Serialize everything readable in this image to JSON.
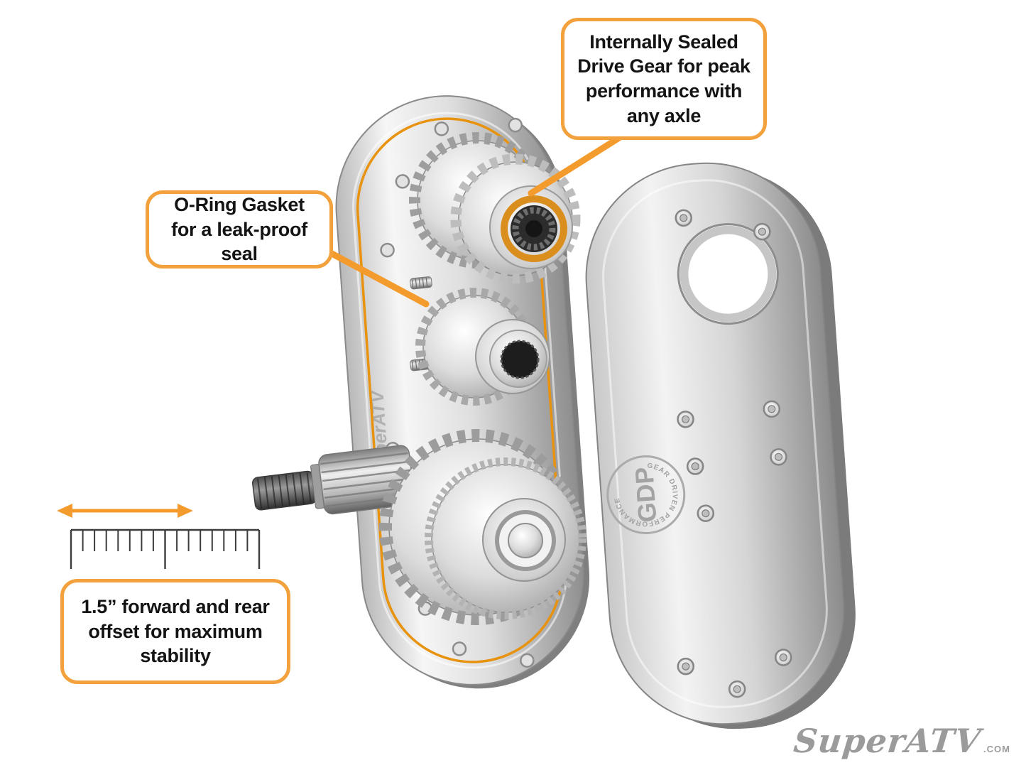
{
  "colors": {
    "accent_orange": "#F2A13C",
    "leader_orange": "#F49B2D",
    "gasket_orange": "#E8930F",
    "bearing_orange": "#D98E1E",
    "metal_light": "#F4F4F4",
    "metal_dark": "#8F8F8F",
    "text": "#141414",
    "logo_gray": "#9B9B9B"
  },
  "callouts": {
    "drive_gear": "Internally Sealed Drive Gear for peak performance with any axle",
    "o_ring": "O-Ring Gasket for a leak-proof seal",
    "offset": "1.5” forward and rear offset for maximum stability"
  },
  "engravings": {
    "cover_badge": "GDP",
    "cover_ring": "GEAR DRIVEN PERFORMANCE",
    "housing_side": "SuperATV"
  },
  "logo": {
    "brand": "SuperATV",
    "tld": ".COM"
  }
}
